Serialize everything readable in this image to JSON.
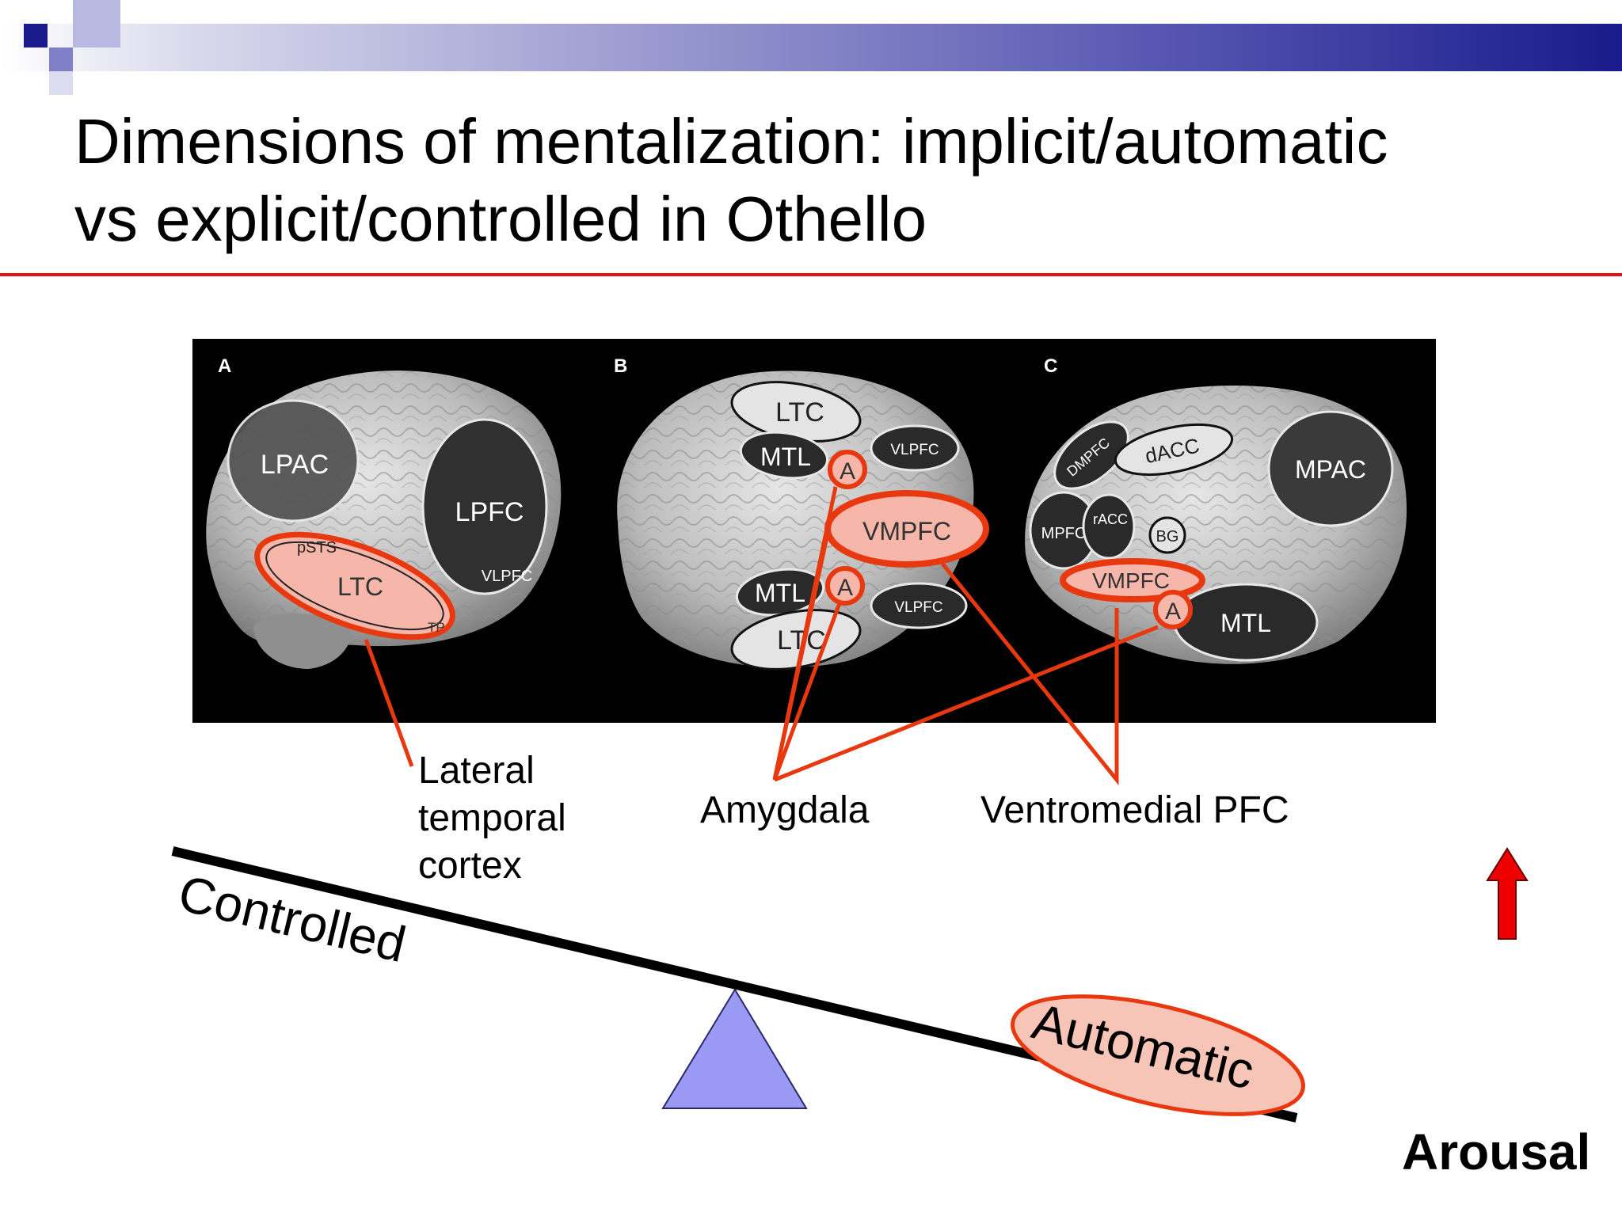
{
  "slide": {
    "title_line1": "Dimensions of mentalization: implicit/automatic",
    "title_line2": "vs explicit/controlled in Othello"
  },
  "panels": {
    "a": {
      "letter": "A",
      "regions": {
        "lpac": "LPAC",
        "lpfc": "LPFC",
        "vlpfc": "VLPFC",
        "psts": "pSTS",
        "ltc": "LTC",
        "tp": "TP"
      }
    },
    "b": {
      "letter": "B",
      "regions": {
        "ltc_top": "LTC",
        "mtl_top": "MTL",
        "vlpfc_top": "VLPFC",
        "a_top": "A",
        "vmpfc": "VMPFC",
        "mtl_bottom": "MTL",
        "a_bottom": "A",
        "vlpfc_bottom": "VLPFC",
        "ltc_bottom": "LTC"
      }
    },
    "c": {
      "letter": "C",
      "regions": {
        "dmpfc": "DMPFC",
        "dacc": "dACC",
        "mpac": "MPAC",
        "mpfc": "MPFC",
        "racc": "rACC",
        "bg": "BG",
        "vmpfc": "VMPFC",
        "a": "A",
        "mtl": "MTL"
      }
    }
  },
  "callouts": {
    "lateral_temporal_line1": "Lateral",
    "lateral_temporal_line2": "temporal",
    "lateral_temporal_line3": "cortex",
    "amygdala": "Amygdala",
    "ventromedial": "Ventromedial PFC"
  },
  "seesaw": {
    "controlled": "Controlled",
    "automatic": "Automatic"
  },
  "arousal": "Arousal",
  "colors": {
    "highlight": "#e8380f",
    "highlight_fill": "#f7c4b8",
    "fulcrum": "#9a9af4",
    "title_rule": "#e0101a",
    "arrow": "#ee0000"
  }
}
